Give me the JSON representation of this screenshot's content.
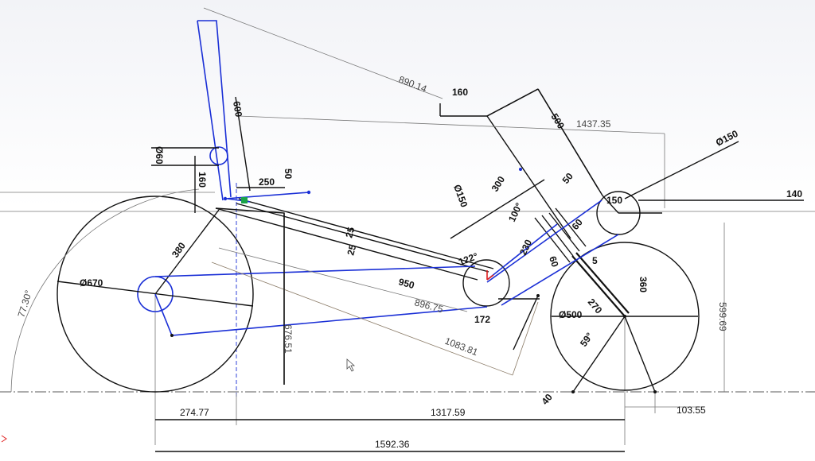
{
  "dimensions": {
    "d_890": "890.14",
    "d_160_top": "160",
    "d_500_top": "500",
    "d_1437": "1437.35",
    "d_600": "600",
    "d_phi150_right": "Ø150",
    "d_60": "Ø60",
    "d_160_left": "160",
    "d_250": "250",
    "d_50_left": "50",
    "d_140": "140",
    "d_phi150_mid": "Ø150",
    "d_300": "300",
    "d_50_right": "50",
    "d_150": "150",
    "d_100deg": "100°",
    "d_60_a": "60",
    "d_380": "380",
    "d_25_a": "25",
    "d_25_b": "25",
    "d_122deg": "122°",
    "d_230": "230",
    "d_60_b": "60",
    "d_phi670": "Ø670",
    "d_950": "950",
    "d_5": "5",
    "d_360": "360",
    "d_896": "896.75",
    "d_phi500": "Ø500",
    "d_172": "172",
    "d_270": "270",
    "d_599": "599.69",
    "d_77deg": "77.30°",
    "d_676": "676.51",
    "d_1083": "1083.81",
    "d_59deg": "59°",
    "d_40": "40",
    "d_274": "274.77",
    "d_1317": "1317.59",
    "d_103": "103.55",
    "d_1592": "1592.36"
  },
  "colors": {
    "sketch_line": "#111111",
    "construction_blue": "#1a2fd6",
    "reference_gray": "#777777",
    "fixed_point_green": "#1aa34a",
    "origin_red": "#e02020"
  }
}
